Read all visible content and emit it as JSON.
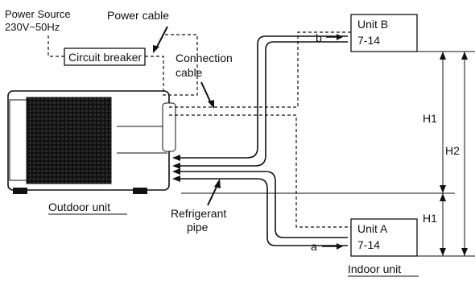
{
  "labels": {
    "power_source": "Power Source",
    "power_voltage": "230V~50Hz",
    "power_cable": "Power cable",
    "circuit_breaker": "Circuit breaker",
    "connection_cable_1": "Connection",
    "connection_cable_2": "cable",
    "refrigerant_1": "Refrigerant",
    "refrigerant_2": "pipe",
    "outdoor_unit": "Outdoor unit",
    "indoor_unit": "Indoor unit",
    "unit_b_name": "Unit B",
    "unit_b_range": "7-14",
    "unit_a_name": "Unit A",
    "unit_a_range": "7-14",
    "pipe_b": "b",
    "pipe_a": "a",
    "h1_upper": "H1",
    "h1_lower": "H1",
    "h2": "H2"
  }
}
